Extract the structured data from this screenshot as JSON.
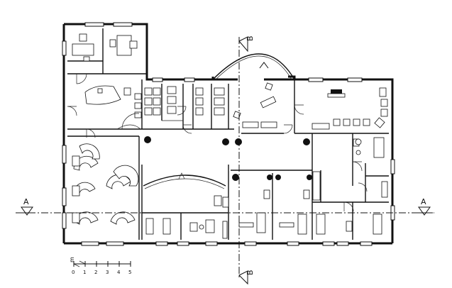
{
  "section_markers": {
    "a_left": "A",
    "a_right": "A",
    "b_top": "B",
    "b_bottom": "B"
  },
  "scale_bar": {
    "unit": "m",
    "ticks": [
      "0",
      "1",
      "2",
      "3",
      "4",
      "5"
    ]
  }
}
